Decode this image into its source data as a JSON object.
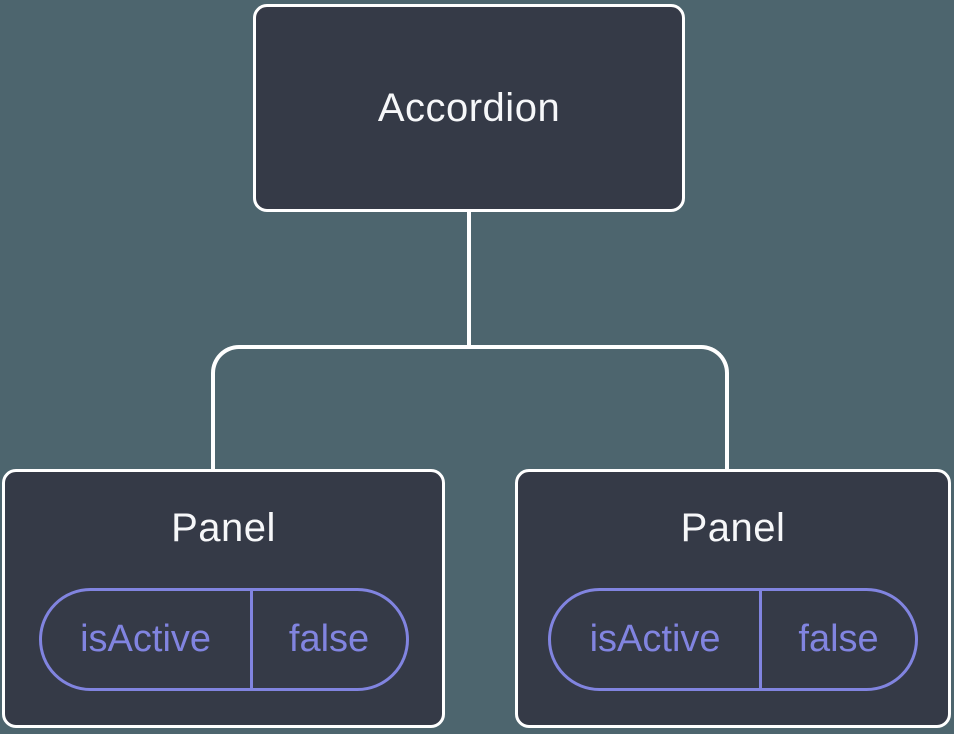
{
  "colors": {
    "bg": "#4D656E",
    "node-bg": "#353A47",
    "node-border": "#FFFFFF",
    "line": "#FFFFFF",
    "accent": "#8184E0",
    "title": "#F6F7F9"
  },
  "tree": {
    "root": {
      "title": "Accordion"
    },
    "children": [
      {
        "title": "Panel",
        "state": {
          "key": "isActive",
          "value": "false"
        }
      },
      {
        "title": "Panel",
        "state": {
          "key": "isActive",
          "value": "false"
        }
      }
    ]
  }
}
